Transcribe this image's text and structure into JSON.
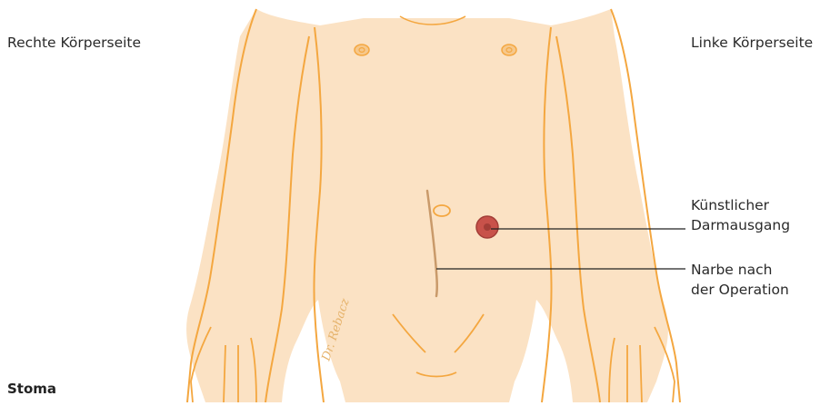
{
  "labels": {
    "right_side": "Rechte Körperseite",
    "left_side": "Linke Körperseite",
    "stoma_line1": "Künstlicher",
    "stoma_line2": "Darmausgang",
    "scar_line1": "Narbe nach",
    "scar_line2": "der Operation"
  },
  "signature": "Dr. Rebacz",
  "caption": "Stoma",
  "colors": {
    "skin": "#fbe2c4",
    "outline": "#f4a740",
    "stoma": "#c8524a",
    "scar": "#c99a6a",
    "leader": "#222222"
  }
}
